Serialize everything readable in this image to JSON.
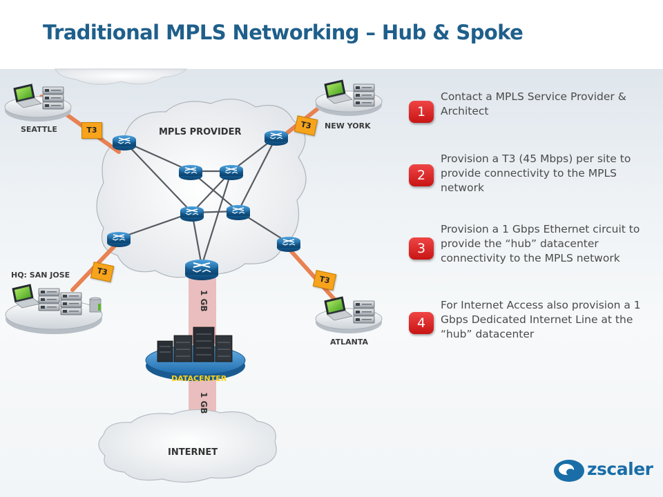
{
  "title": "Traditional MPLS Networking – Hub & Spoke",
  "diagram": {
    "provider_label": "MPLS PROVIDER",
    "internet_label": "INTERNET",
    "datacenter_label": "DATACENTER",
    "sites": {
      "seattle": "SEATTLE",
      "new_york": "NEW YORK",
      "hq": "HQ: SAN JOSE",
      "atlanta": "ATLANTA"
    },
    "link_labels": {
      "t3": "T3",
      "gb": "1 GB"
    }
  },
  "steps": [
    {
      "number": "1",
      "text": "Contact a MPLS Service Provider & Architect"
    },
    {
      "number": "2",
      "text": "Provision a T3 (45 Mbps) per site to provide connectivity to the MPLS network"
    },
    {
      "number": "3",
      "text": "Provision a 1 Gbps Ethernet circuit to provide the “hub” datacenter connectivity to the MPLS network"
    },
    {
      "number": "4",
      "text": "For Internet Access also provision a 1 Gbps Dedicated Internet Line at the “hub” datacenter"
    }
  ],
  "logo": {
    "text": "zscaler"
  },
  "colors": {
    "title": "#1f5f8b",
    "badge": "#d61e1e",
    "t3_label": "#f7a41c",
    "gb_link": "#e8b4b4",
    "router": "#1a6ea8"
  }
}
